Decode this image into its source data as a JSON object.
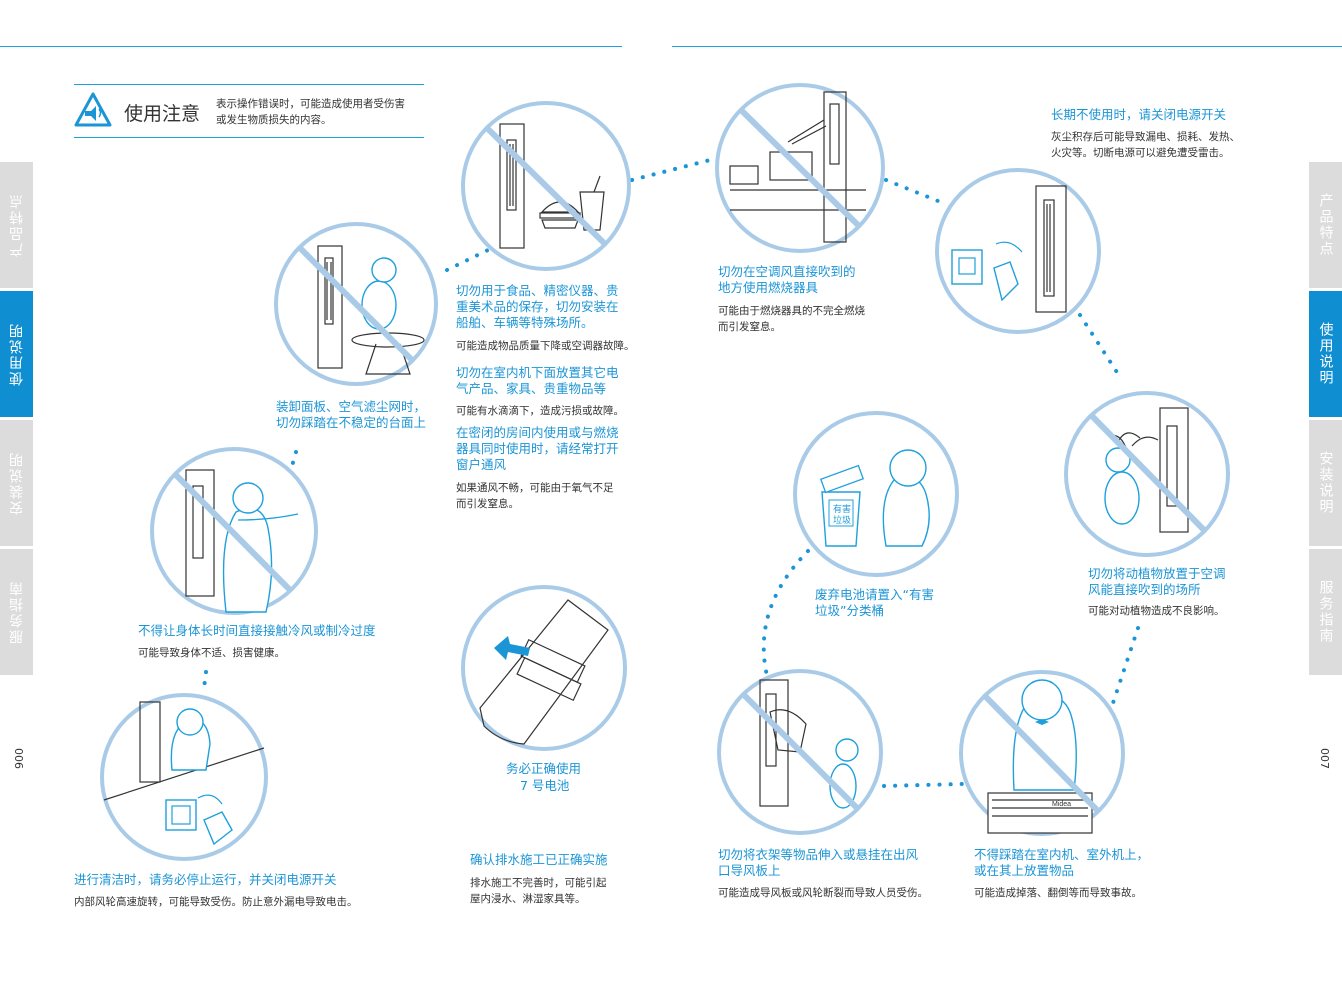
{
  "header": {
    "title": "使用注意",
    "desc_line1": "表示操作错误时，可能造成使用者受伤害",
    "desc_line2": "或发生物质损失的内容。"
  },
  "tabs": {
    "features": "产品特点",
    "usage": "使用说明",
    "install": "安装说明",
    "service": "服务指南"
  },
  "page_left": "006",
  "page_right": "007",
  "items": {
    "unstable": {
      "title1": "装卸面板、空气滤尘网时，",
      "title2": "切勿踩踏在不稳定的台面上"
    },
    "food": {
      "title1": "切勿用于食品、精密仪器、贵",
      "title2": "重美术品的保存，切勿安装在",
      "title3": "船舶、车辆等特殊场所。",
      "note": "可能造成物品质量下降或空调器故障。"
    },
    "below": {
      "title1": "切勿在室内机下面放置其它电",
      "title2": "气产品、家具、贵重物品等",
      "note": "可能有水滴滴下，造成污损或故障。"
    },
    "closed_room": {
      "title1": "在密闭的房间内使用或与燃烧",
      "title2": "器具同时使用时，请经常打开",
      "title3": "窗户通风",
      "note1": "如果通风不畅，可能由于氧气不足",
      "note2": "而引发窒息。"
    },
    "cold_wind": {
      "title": "不得让身体长时间直接接触冷风或制冷过度",
      "note": "可能导致身体不适、损害健康。"
    },
    "cleaning": {
      "title": "进行清洁时，请务必停止运行，并关闭电源开关",
      "note": "内部风轮高速旋转，可能导致受伤。防止意外漏电导致电击。"
    },
    "battery": {
      "title1": "务必正确使用",
      "title2": "7 号电池"
    },
    "drain": {
      "title": "确认排水施工已正确实施",
      "note1": "排水施工不完善时，可能引起",
      "note2": "屋内浸水、淋湿家具等。"
    },
    "burner": {
      "title1": "切勿在空调风直接吹到的",
      "title2": "地方使用燃烧器具",
      "note1": "可能由于燃烧器具的不完全燃烧",
      "note2": "而引发窒息。"
    },
    "power_off": {
      "title": "长期不使用时，请关闭电源开关",
      "note1": "灰尘积存后可能导致漏电、损耗、发热、",
      "note2": "火灾等。切断电源可以避免遭受雷击。"
    },
    "waste_battery": {
      "title1": "废弃电池请置入“有害",
      "title2": "垃圾”分类桶",
      "bin_label1": "有害",
      "bin_label2": "垃圾"
    },
    "plants": {
      "title1": "切勿将动植物放置于空调",
      "title2": "风能直接吹到的场所",
      "note": "可能对动植物造成不良影响。"
    },
    "hanger": {
      "title1": "切勿将衣架等物品伸入或悬挂在出风",
      "title2": "口导风板上",
      "note": "可能造成导风板或风轮断裂而导致人员受伤。"
    },
    "outdoor": {
      "title1": "不得踩踏在室内机、室外机上，",
      "title2": "或在其上放置物品",
      "note": "可能造成掉落、翻倒等而导致事故。",
      "brand": "Midea"
    }
  },
  "colors": {
    "accent": "#1b95d6",
    "tab_active": "#0f8fd2",
    "tab_inactive": "#dcdcdc",
    "circle": "#a9cbe8"
  }
}
